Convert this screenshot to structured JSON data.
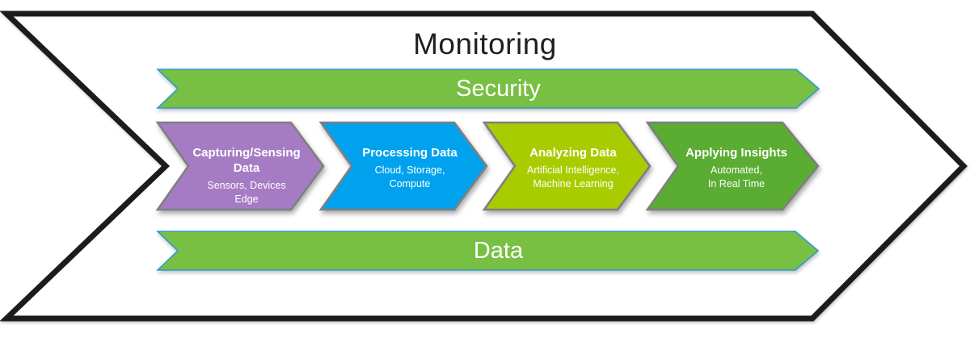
{
  "title": "Monitoring",
  "banners": {
    "security": {
      "label": "Security",
      "fill": "#77c043",
      "border": "#2e9bd0"
    },
    "data": {
      "label": "Data",
      "fill": "#77c043",
      "border": "#2e9bd0"
    }
  },
  "steps": [
    {
      "title": "Capturing/Sensing Data",
      "subtitle_line1": "Sensors, Devices",
      "subtitle_line2": "Edge",
      "fill": "#a57cc4"
    },
    {
      "title": "Processing Data",
      "subtitle_line1": "Cloud, Storage,",
      "subtitle_line2": "Compute",
      "fill": "#00a2ee"
    },
    {
      "title": "Analyzing Data",
      "subtitle_line1": "Artificial Intelligence,",
      "subtitle_line2": "Machine Learning",
      "fill": "#a9cc00"
    },
    {
      "title": "Applying Insights",
      "subtitle_line1": "Automated,",
      "subtitle_line2": "In Real Time",
      "fill": "#5aac32"
    }
  ],
  "colors": {
    "outer_arrow_stroke": "#1c1c1c",
    "outer_arrow_fill": "#ffffff",
    "step_border": "#7f7f7f",
    "text_on_shapes": "#ffffff",
    "title_text": "#1f1f1f"
  }
}
